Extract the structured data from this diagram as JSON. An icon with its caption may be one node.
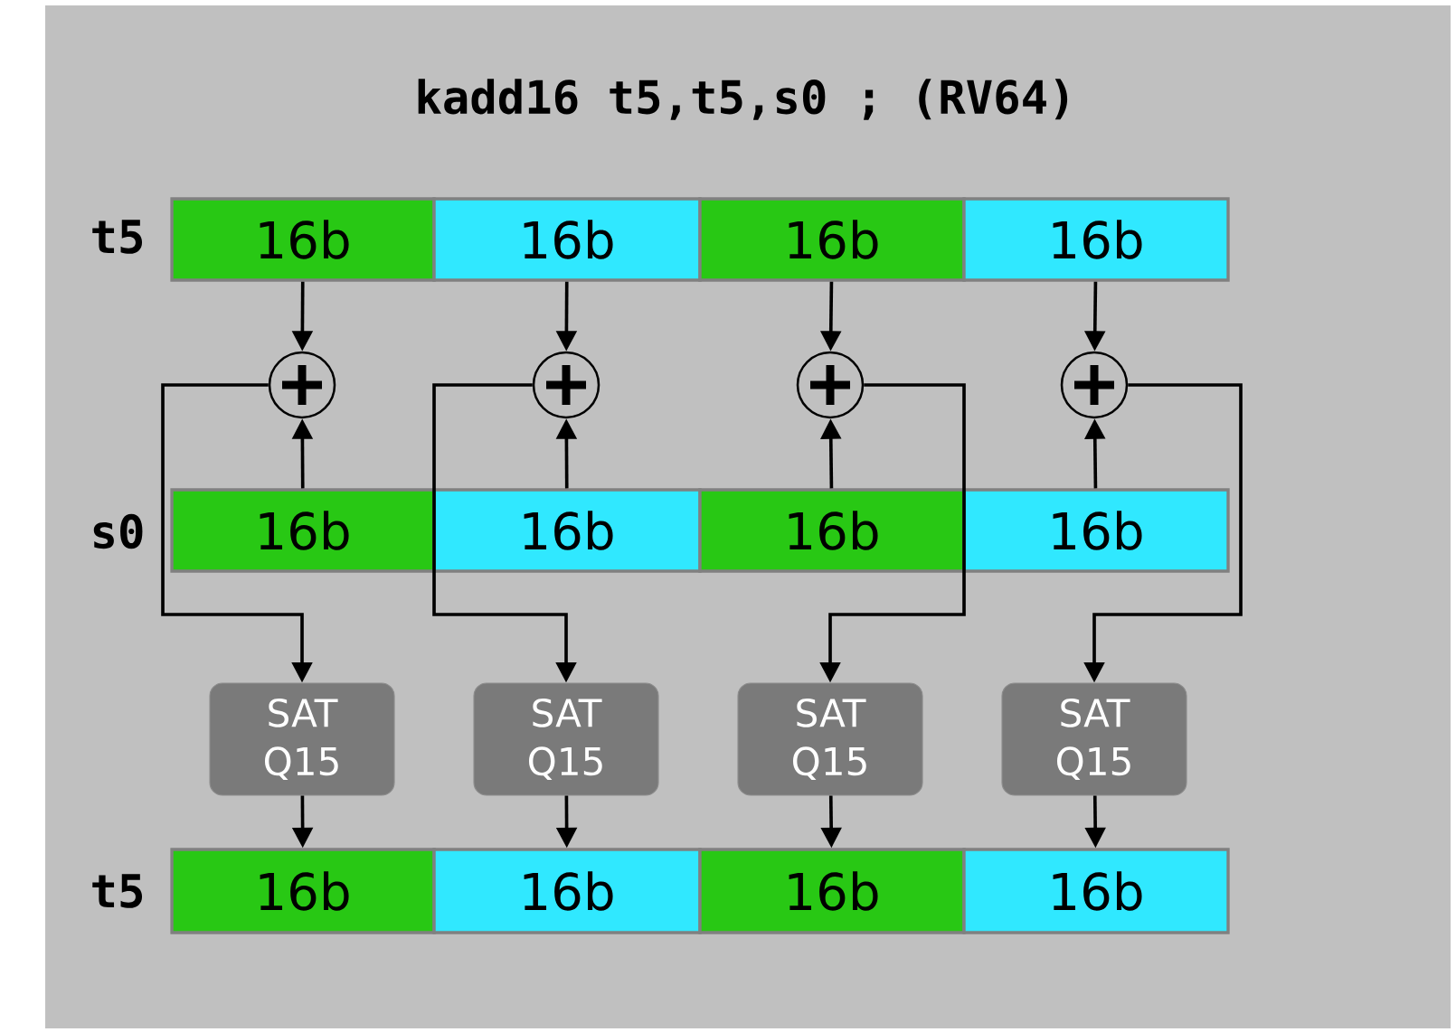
{
  "diagram": {
    "title": "kadd16 t5,t5,s0 ; (RV64)",
    "nodes": [
      {
        "text": [
          "16b"
        ]
      },
      {
        "text": [
          "16b"
        ]
      },
      {
        "text": [
          "16b"
        ]
      },
      {
        "text": [
          "16b"
        ]
      },
      {
        "text": [],
        "shape": "circle"
      },
      {
        "text": [],
        "shape": "circle"
      },
      {
        "text": [],
        "shape": "circle"
      },
      {
        "text": [],
        "shape": "circle"
      },
      {
        "text": [
          "16b"
        ]
      },
      {
        "text": [
          "16b"
        ]
      },
      {
        "text": [
          "16b"
        ]
      },
      {
        "text": [
          "16b"
        ]
      },
      {
        "text": [
          "SAT Q15"
        ]
      },
      {
        "text": [
          "SAT Q15"
        ]
      },
      {
        "text": [
          "SAT Q15"
        ]
      },
      {
        "text": [
          "SAT Q15"
        ]
      },
      {
        "text": [
          "16b"
        ]
      },
      {
        "text": [
          "16b"
        ]
      },
      {
        "text": [
          "16b"
        ]
      },
      {
        "text": [
          "16b"
        ]
      }
    ],
    "edges": [
      {
        "from": 0,
        "to": 4,
        "arrow": "to"
      },
      {
        "from": 1,
        "to": 5,
        "arrow": "to"
      },
      {
        "from": 2,
        "to": 6,
        "arrow": "to"
      },
      {
        "from": 3,
        "to": 7,
        "arrow": "to"
      },
      {
        "from": 8,
        "to": 4,
        "arrow": "to"
      },
      {
        "from": 9,
        "to": 5,
        "arrow": "to"
      },
      {
        "from": 10,
        "to": 6,
        "arrow": "to"
      },
      {
        "from": 11,
        "to": 7,
        "arrow": "to"
      },
      {
        "from": 4,
        "to": 12,
        "arrow": "to"
      },
      {
        "from": 5,
        "to": 13,
        "arrow": "to"
      },
      {
        "from": 6,
        "to": 14,
        "arrow": "to"
      },
      {
        "from": 7,
        "to": 15,
        "arrow": "to"
      },
      {
        "from": 12,
        "to": 16,
        "arrow": "to"
      },
      {
        "from": 13,
        "to": 17,
        "arrow": "to"
      },
      {
        "from": 14,
        "to": 18,
        "arrow": "to"
      },
      {
        "from": 15,
        "to": 19,
        "arrow": "to"
      }
    ],
    "labels": [
      "t5",
      "s0",
      "t5"
    ]
  }
}
